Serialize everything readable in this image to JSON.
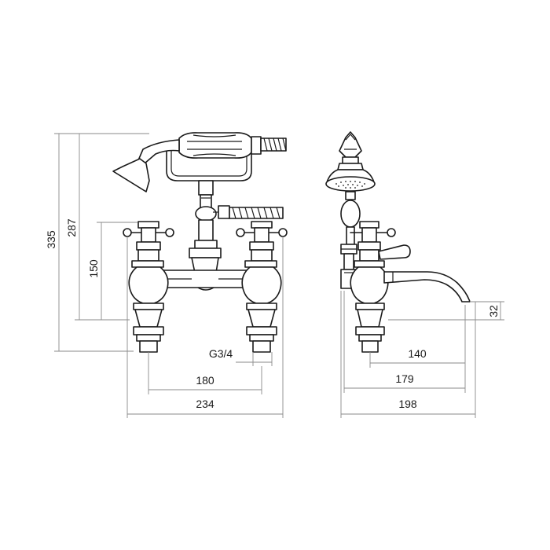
{
  "dimensions": {
    "overall_height": "335",
    "handset_height": "287",
    "tap_height": "150",
    "thread_size": "G3/4",
    "centres": "180",
    "overall_width": "234",
    "spout_projection": "140",
    "body_depth": "179",
    "overall_depth": "198",
    "spout_height": "32"
  },
  "colors": {
    "line": "#1a1a1a",
    "dimension": "#8a8a8a",
    "background": "#ffffff"
  }
}
